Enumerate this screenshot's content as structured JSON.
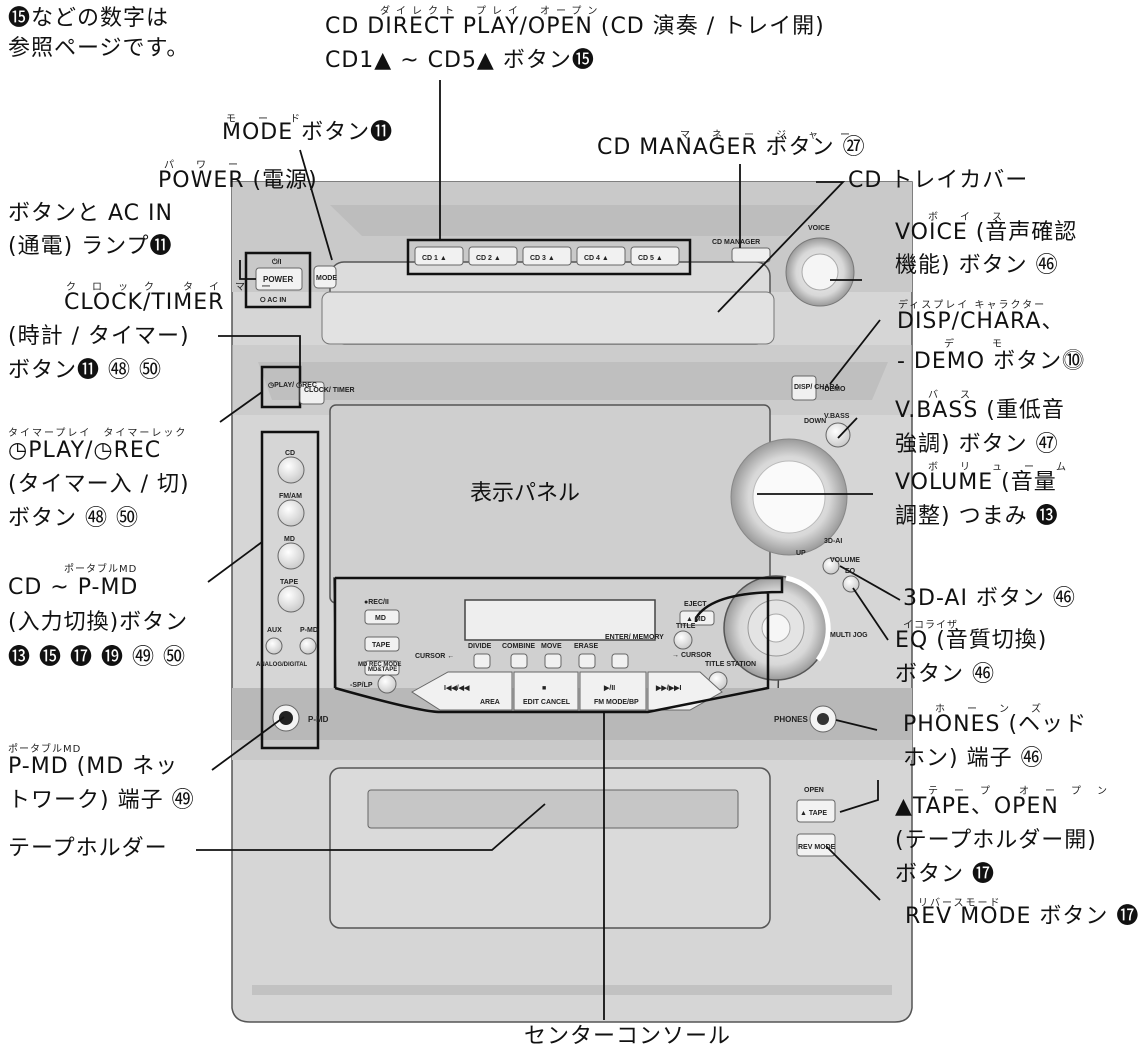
{
  "note": [
    "⓯などの数字は",
    "参照ページです。"
  ],
  "labels": {
    "cd_direct": {
      "ruby": "ダイレクト　プレイ　オープン",
      "line1": "CD DIRECT PLAY/OPEN (CD 演奏 / トレイ開)",
      "line2": "CD1▲ ~ CD5▲ ボタン⓯"
    },
    "mode": {
      "ruby": "モ　ー　ド",
      "text": "MODE ボタン⓫"
    },
    "cd_manager": {
      "ruby": "マ　ネ　ー　ジ　ャ　ー",
      "text": "CD MANAGER ボタン ㉗"
    },
    "power": {
      "ruby": "パ　ワ　ー",
      "lines": [
        "POWER (電源)",
        "ボタンと AC IN",
        "(通電) ランプ⓫"
      ]
    },
    "cd_tray_cover": "CD トレイカバー",
    "voice": {
      "ruby": "ボ　イ　ス",
      "lines": [
        "VOICE (音声確認",
        "機能) ボタン ㊻"
      ]
    },
    "clock": {
      "ruby": "ク　ロ　ッ　ク　　タ　イ　マ　ー",
      "lines": [
        "CLOCK/TIMER",
        "(時計 / タイマー)",
        "ボタン⓫ ㊽ ㊿"
      ]
    },
    "disp": {
      "ruby": "ディスプレイ キャラクター",
      "lines": [
        "DISP/CHARA、",
        "- DEMO ボタン⓾"
      ],
      "ruby2": "デ　　モ"
    },
    "vbass": {
      "ruby": "バ　ス",
      "lines": [
        "V.BASS (重低音",
        "強調) ボタン ㊼"
      ]
    },
    "timer_play": {
      "ruby": "タイマープレイ　タイマーレック",
      "lines": [
        "◷PLAY/◷REC",
        "(タイマー入 / 切)",
        "ボタン ㊽ ㊿"
      ]
    },
    "display_panel": "表示パネル",
    "volume": {
      "ruby": "ボ　リ　ュ　ー　ム",
      "lines": [
        "VOLUME (音量",
        "調整) つまみ ⓭"
      ]
    },
    "input": {
      "ruby": "ポータブルMD",
      "lines": [
        "CD ~ P-MD",
        "(入力切換)ボタン",
        "⓭ ⓯ ⓱ ⓳ ㊾ ㊿"
      ]
    },
    "ai3d": "3D-AI ボタン ㊻",
    "eq": {
      "ruby": "イコライザ",
      "lines": [
        "EQ (音質切換)",
        "ボタン ㊻"
      ]
    },
    "phones": {
      "ruby": "ホ　ー　ン　ズ",
      "lines": [
        "PHONES (ヘッド",
        "ホン) 端子 ㊻"
      ]
    },
    "pmd": {
      "ruby": "ポータブルMD",
      "lines": [
        "P-MD (MD ネッ",
        "トワーク) 端子 ㊾"
      ]
    },
    "tape_open": {
      "ruby": "テ　ー　プ　　オ　ー　プ　ン",
      "lines": [
        "▲TAPE、OPEN",
        "(テープホルダー開)",
        "ボタン ⓱"
      ]
    },
    "tape_holder": "テープホルダー",
    "rev_mode": {
      "ruby": "リバースモード",
      "text": "REV MODE ボタン ⓱"
    },
    "center_console": "センターコンソール"
  },
  "device": {
    "power_symbol": "⏻/I",
    "power": "POWER",
    "ac_in": "⭘ AC IN",
    "mode": "MODE",
    "cd_buttons": [
      "CD 1 ▲",
      "CD 2 ▲",
      "CD 3 ▲",
      "CD 4 ▲",
      "CD 5 ▲"
    ],
    "cd_manager": "CD MANAGER",
    "voice": "VOICE",
    "timer_play": "◷PLAY/ ◷REC",
    "clock_timer": "CLOCK/ TIMER",
    "disp_chara": "DISP/ CHARA",
    "demo": "•DEMO",
    "down": "DOWN",
    "vbass": "V.BASS",
    "volume": "VOLUME",
    "up": "UP",
    "ai3d": "3D-AI",
    "eq": "EQ",
    "multi_jog": "MULTI JOG",
    "sources": [
      "CD",
      "FM/AM",
      "MD",
      "TAPE"
    ],
    "aux": "AUX",
    "pmd_small": "P-MD",
    "analog": "ANALOG/DIGITAL",
    "rec": "●REC/II",
    "md": "MD",
    "tape": "TAPE",
    "md_tape": "MD&TAPE",
    "md_rec_mode": "MD REC MODE",
    "sp_lp": "-SP/LP",
    "cursor_left": "CURSOR ←",
    "prev": "I◀◀/◀◀",
    "area": "AREA",
    "stop_sym": "■",
    "edit_cancel": "EDIT CANCEL",
    "play_sym": "▶/II",
    "fm_mode": "FM MODE/BP",
    "next": "▶▶/▶▶I",
    "edit_keys": [
      "DIVIDE",
      "COMBINE",
      "MOVE",
      "ERASE",
      "ENTER/ MEMORY"
    ],
    "eject": "EJECT",
    "eject_md": "▲ MD",
    "title": "TITLE",
    "cursor_right": "→ CURSOR",
    "title_station": "TITLE STATION",
    "pmd_jack": "P-MD",
    "phones": "PHONES",
    "open": "OPEN",
    "tape_btn": "▲ TAPE",
    "rev_mode": "REV MODE"
  }
}
